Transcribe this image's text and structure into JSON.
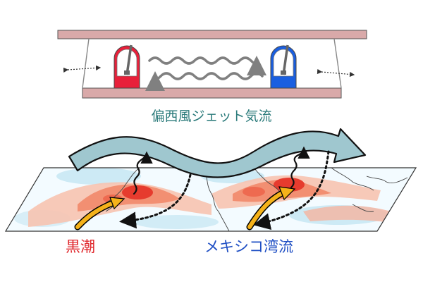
{
  "labels": {
    "jet_stream": "偏西風ジェット気流",
    "kuroshio": "黒潮",
    "gulf_stream": "メキシコ湾流"
  },
  "colors": {
    "jet_stream_label": "#2a7a7a",
    "kuroshio_label": "#e0262b",
    "gulf_stream_label": "#1f4fc4",
    "warm_pole": "#e8203a",
    "cold_pole": "#1a5fe0",
    "jet_fill": "#9fc7cf",
    "warm_current": "#f5b21a",
    "plate": "#d9a9a9"
  },
  "icons": {
    "warm_thermometer": "thermometer-warm-icon",
    "cold_thermometer": "thermometer-cold-icon",
    "wavy_heat_transport": "wavy-arrow-icon"
  }
}
